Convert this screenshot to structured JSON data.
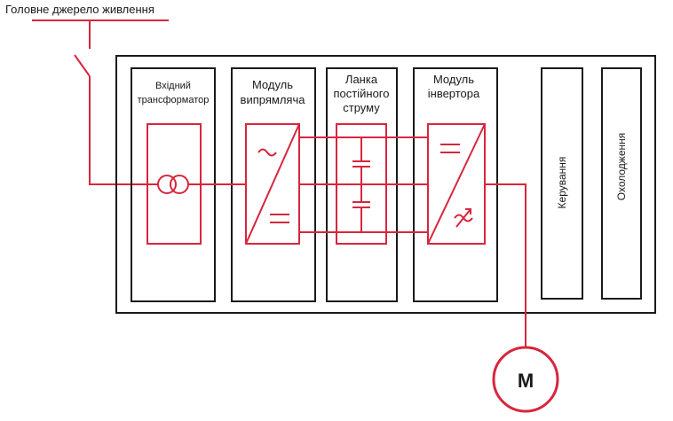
{
  "supply": {
    "label": "Головне  джерело живлення"
  },
  "modules": [
    {
      "line1": "Вхідний",
      "line2": "трансформатор"
    },
    {
      "line1": "Модуль",
      "line2": "випрямляча"
    },
    {
      "line1": "Ланка",
      "line2": "постійного",
      "line3": "струму"
    },
    {
      "line1": "Модуль",
      "line2": "інвертора"
    }
  ],
  "panels": {
    "control": "Керування",
    "cooling": "Охолодження"
  },
  "motor": {
    "label": "M"
  },
  "colors": {
    "accent": "#d7263d",
    "outline": "#1a1a1a"
  }
}
